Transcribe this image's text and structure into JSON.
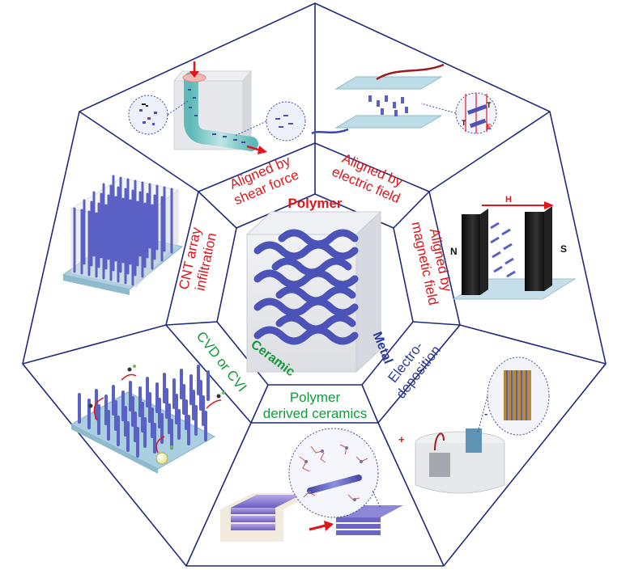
{
  "center": {
    "polymer": "Polymer",
    "metal": "Metal",
    "ceramic": "Ceramic"
  },
  "methods": {
    "shear": [
      "Aligned by",
      "shear force"
    ],
    "electric": [
      "Aligned by",
      "electric field"
    ],
    "magnetic": [
      "Aligned by",
      "magnetic field"
    ],
    "electro": [
      "Electro-",
      "deposition"
    ],
    "pdc": [
      "Polymer",
      "derived ceramics"
    ],
    "cvd": [
      "CVD or CVI"
    ],
    "cnt": [
      "CNT array",
      "infiltration"
    ]
  },
  "annotations": {
    "magnet_n": "N",
    "magnet_s": "S",
    "field_h": "H",
    "tension_t1": "T",
    "tension_t2": "T",
    "field_e": "E",
    "electrode_plus": "+",
    "electrode_minus": "-"
  },
  "colors": {
    "outline": "#1f2a7a",
    "polymer_text": "#e3141b",
    "metal_text": "#2b3a9e",
    "ceramic_text": "#129a3a",
    "fiber": "#5a60c4",
    "substrate": "#b8d7e6"
  }
}
